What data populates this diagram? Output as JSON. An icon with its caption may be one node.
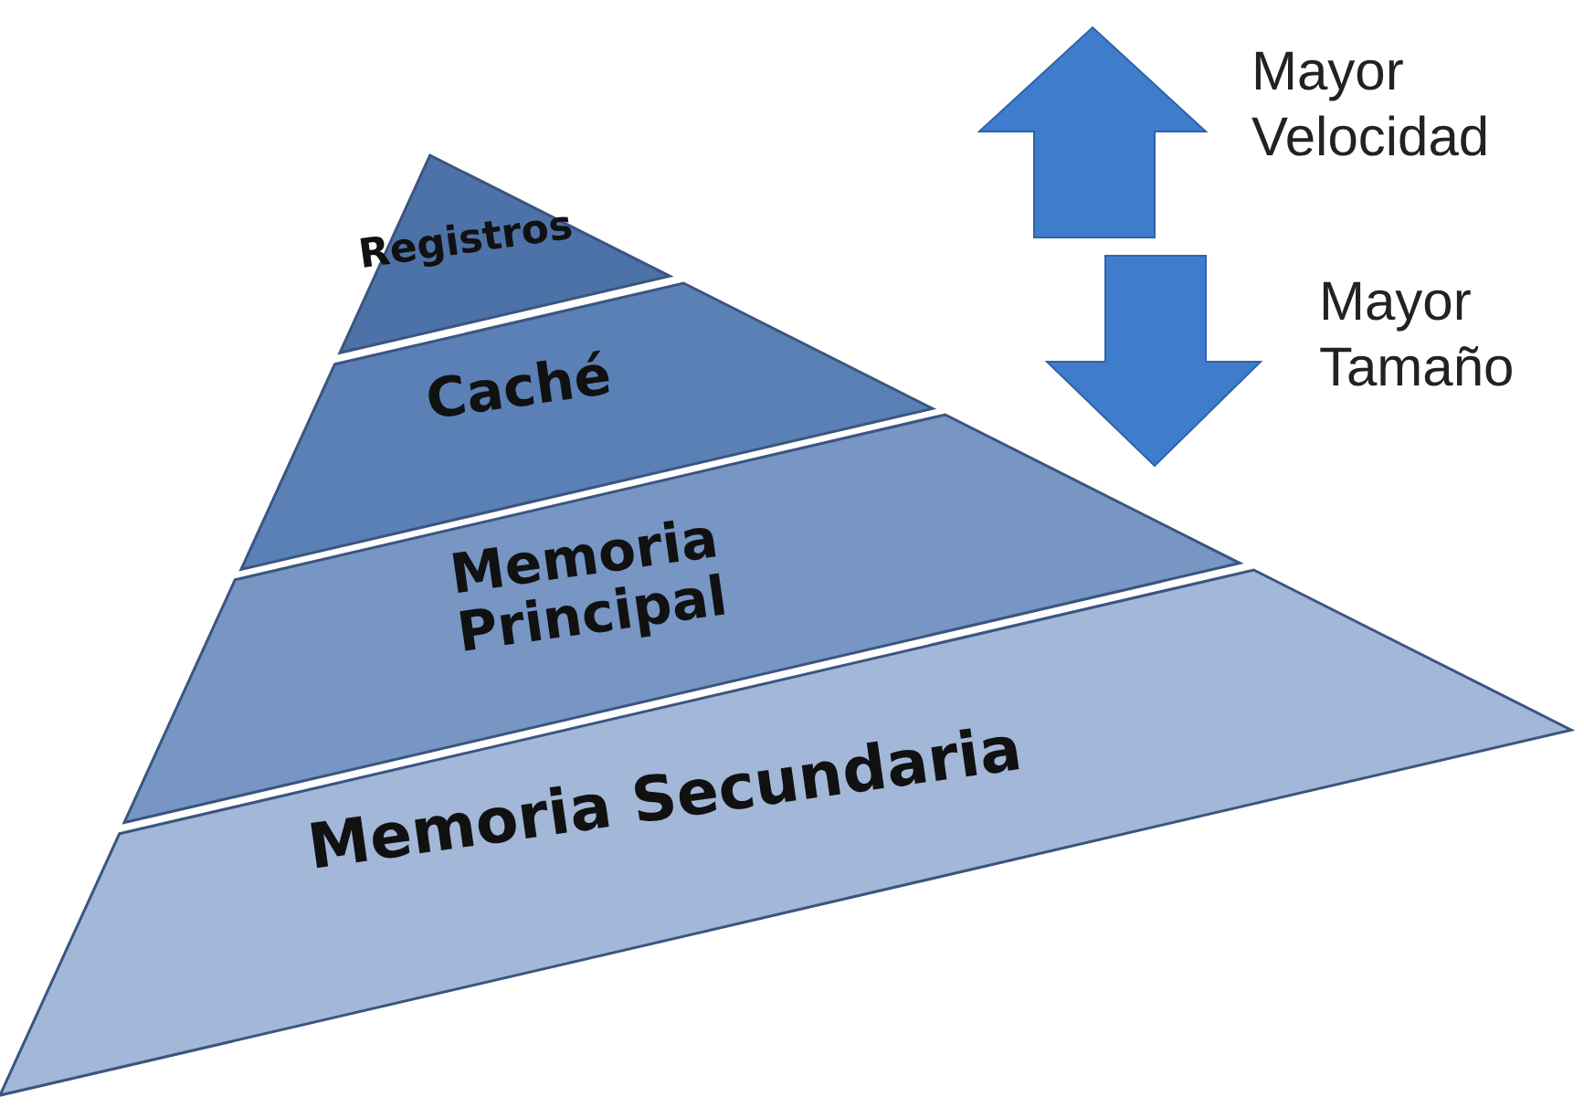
{
  "diagram": {
    "nodes": [
      {
        "text": [
          "Registros"
        ]
      },
      {
        "text": [
          "Caché"
        ]
      },
      {
        "text": [
          "Memoria Principal"
        ]
      },
      {
        "text": [
          "Memoria Secundaria"
        ]
      }
    ],
    "labels": [
      "Mayor Velocidad",
      "Mayor Tamaño"
    ]
  }
}
